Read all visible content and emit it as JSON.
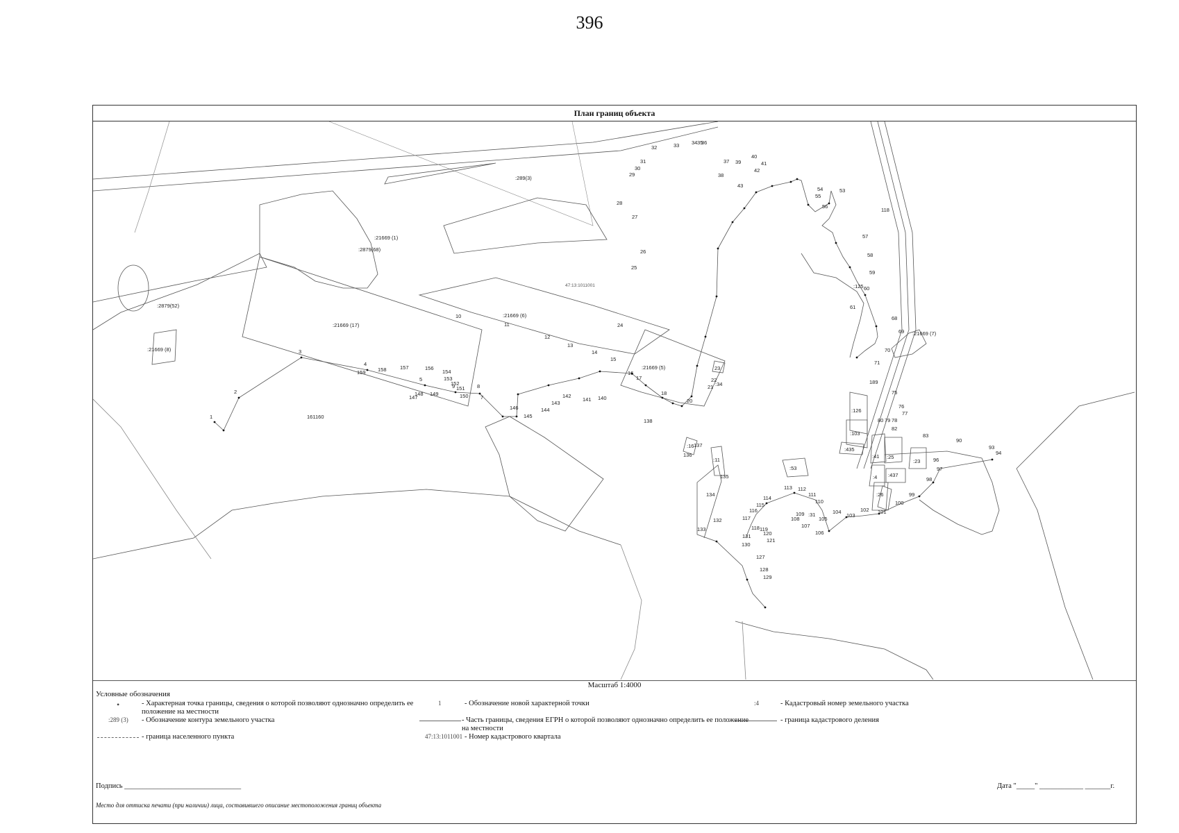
{
  "page_number": "396",
  "title": "План границ объекта",
  "scale": "Масштаб 1:4000",
  "cadastral_quarter": "47:13:1011001",
  "parcels": [
    ":289(3)",
    ":21669 (1)",
    ":2879(68)",
    ":2879(52)",
    ":21669 (8)",
    ":21669 (17)",
    ":21669 (6)",
    ":21669 (5)",
    ":21669 (7)",
    ":125",
    ":34",
    ":126",
    ":103",
    ":435",
    ":41",
    ":25",
    ":23",
    ":437",
    ":4",
    ":26",
    ":53",
    ":31",
    ":11",
    ":16"
  ],
  "legend": {
    "title": "Условные обозначения",
    "point_desc": "- Характерная точка границы, сведения о которой позволяют однозначно определить ее положение на местности",
    "contour_sym": ":289 (3)",
    "contour_desc": "- Обозначение контура земельного участка",
    "settlement_desc": "- граница населенного пункта",
    "new_point_sym": "1",
    "new_point_desc": "- Обозначение новой характерной точки",
    "egrn_desc": "- Часть границы, сведения ЕГРН о которой позволяют однозначно определить ее положение на местности",
    "quarter_sym": "47:13:1011001",
    "quarter_desc": "- Номер кадастрового квартала",
    "cad_num_sym": ":4",
    "cad_num_desc": "- Кадастровый номер земельного участка",
    "cad_div_desc": "- граница кадастрового деления"
  },
  "signature": "Подпись ________________________________",
  "date": "Дата \"_____\" ____________ _______г.",
  "stamp_note": "Место для оттиска печати (при наличии) лица, составившего описание местоположения границ объекта"
}
